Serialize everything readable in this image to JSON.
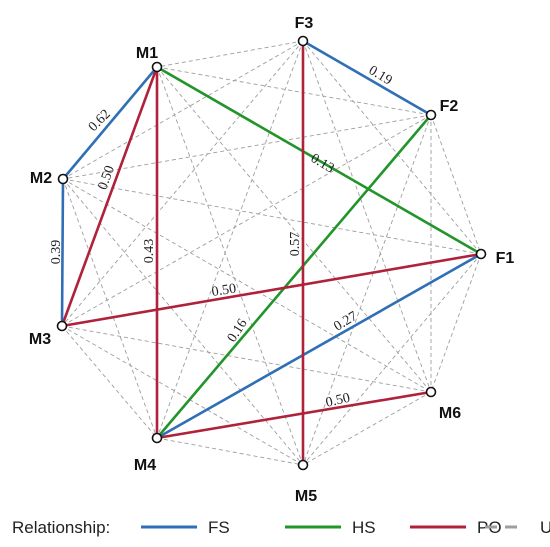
{
  "colors": {
    "FS": "#2e6fb5",
    "HS": "#22952a",
    "PO": "#b0213a",
    "U": "#9e9e9e",
    "node_fill": "#ffffff",
    "node_stroke": "#111111"
  },
  "nodes": [
    {
      "id": "F3",
      "label": "F3"
    },
    {
      "id": "M1",
      "label": "M1"
    },
    {
      "id": "F2",
      "label": "F2"
    },
    {
      "id": "M2",
      "label": "M2"
    },
    {
      "id": "F1",
      "label": "F1"
    },
    {
      "id": "M3",
      "label": "M3"
    },
    {
      "id": "M6",
      "label": "M6"
    },
    {
      "id": "M4",
      "label": "M4"
    },
    {
      "id": "M5",
      "label": "M5"
    }
  ],
  "edges": [
    {
      "from": "F3",
      "to": "F2",
      "type": "FS",
      "label": "0.19"
    },
    {
      "from": "M1",
      "to": "M2",
      "type": "FS",
      "label": "0.62"
    },
    {
      "from": "M2",
      "to": "M3",
      "type": "FS",
      "label": "0.39"
    },
    {
      "from": "F1",
      "to": "M4",
      "type": "FS",
      "label": "0.27"
    },
    {
      "from": "M1",
      "to": "F1",
      "type": "HS",
      "label": "0.13"
    },
    {
      "from": "F2",
      "to": "M4",
      "type": "HS",
      "label": "0.16"
    },
    {
      "from": "M1",
      "to": "M3",
      "type": "PO",
      "label": "0.50"
    },
    {
      "from": "M1",
      "to": "M4",
      "type": "PO",
      "label": "0.43"
    },
    {
      "from": "F3",
      "to": "M5",
      "type": "PO",
      "label": "0.57"
    },
    {
      "from": "M3",
      "to": "F1",
      "type": "PO",
      "label": "0.50"
    },
    {
      "from": "M4",
      "to": "M6",
      "type": "PO",
      "label": "0.50"
    }
  ],
  "legend": {
    "title": "Relationship:",
    "items": [
      {
        "type": "FS",
        "label": "FS",
        "style": "solid"
      },
      {
        "type": "HS",
        "label": "HS",
        "style": "solid"
      },
      {
        "type": "PO",
        "label": "PO",
        "style": "solid"
      },
      {
        "type": "U",
        "label": "U",
        "style": "dashed"
      }
    ]
  }
}
